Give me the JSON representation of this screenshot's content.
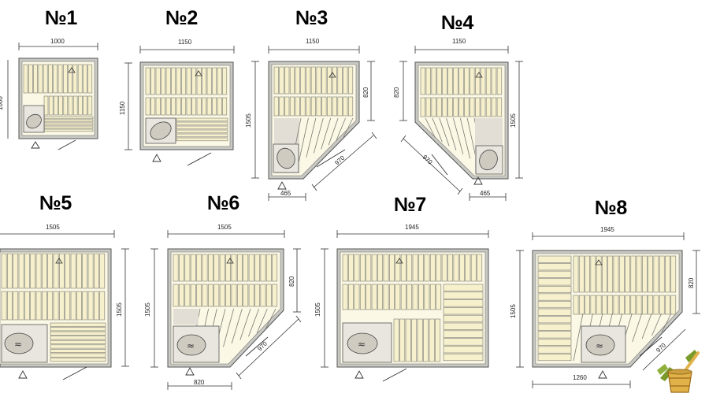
{
  "plans": [
    {
      "label": "№1",
      "width": "1000",
      "height": "1000"
    },
    {
      "label": "№2",
      "width": "1150",
      "height": "1150"
    },
    {
      "label": "№3",
      "width": "1150",
      "height": "1505",
      "side": "820",
      "diag": "970",
      "stove": "465"
    },
    {
      "label": "№4",
      "width": "1150",
      "height": "1505",
      "side": "820",
      "diag": "970",
      "stove": "465"
    },
    {
      "label": "№5",
      "width": "1505",
      "height": "1505"
    },
    {
      "label": "№6",
      "width": "1505",
      "height": "1505",
      "side": "820",
      "diag": "970",
      "stove": "820"
    },
    {
      "label": "№7",
      "width": "1945",
      "height": "1505"
    },
    {
      "label": "№8",
      "width": "1945",
      "height": "1505",
      "side": "820",
      "diag": "970",
      "stove": "1260"
    }
  ],
  "colors": {
    "wall": "#c9c9c4",
    "wall_stroke": "#555555",
    "bench": "#f6f0cc",
    "bench_line": "#7a7a70",
    "stove": "#e9e6df",
    "logo_wood": "#e2b24a",
    "logo_leaf": "#7a9a2a"
  }
}
